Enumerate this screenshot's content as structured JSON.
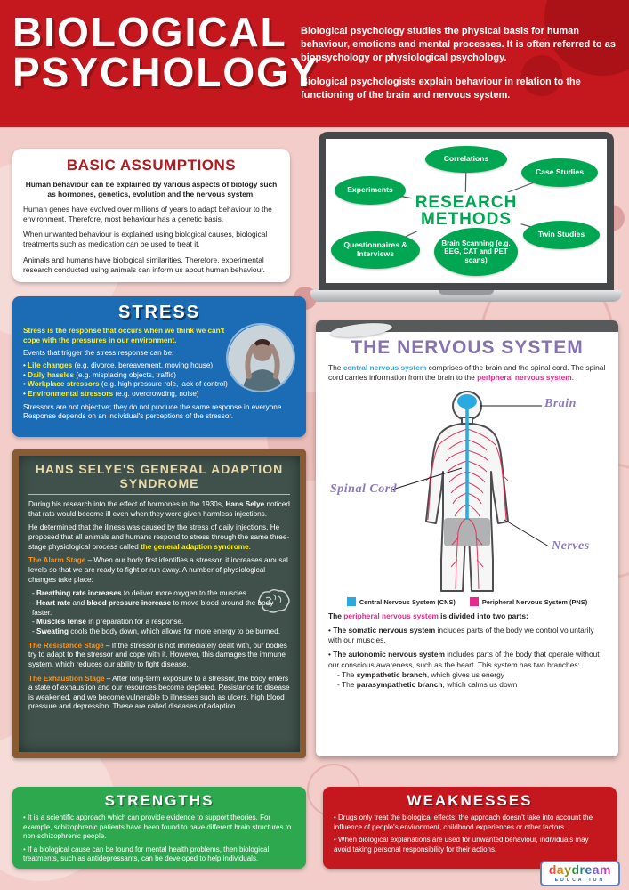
{
  "header": {
    "title_line1": "BIOLOGICAL",
    "title_line2": "PSYCHOLOGY",
    "intro1": "Biological psychology studies the physical basis for human behaviour, emotions and mental processes. It is often referred to as biopsychology or physiological psychology.",
    "intro2": "Biological psychologists explain behaviour in relation to the functioning of the brain and nervous system."
  },
  "basic_assumptions": {
    "title": "BASIC ASSUMPTIONS",
    "lead": "Human behaviour can be explained by various aspects of biology such as hormones, genetics, evolution and the nervous system.",
    "paragraphs": [
      "Human genes have evolved over millions of years to adapt behaviour to the environment. Therefore, most behaviour has a genetic basis.",
      "When unwanted behaviour is explained using biological causes, biological treatments such as medication can be used to treat it.",
      "Animals and humans have biological similarities. Therefore, experimental research conducted using animals can inform us about human behaviour."
    ]
  },
  "research_methods": {
    "title_line1": "RESEARCH",
    "title_line2": "METHODS",
    "bubbles": [
      "Experiments",
      "Correlations",
      "Case Studies",
      "Questionnaires & Interviews",
      "Brain Scanning (e.g. EEG, CAT and PET scans)",
      "Twin Studies"
    ]
  },
  "stress": {
    "title": "STRESS",
    "lead": "Stress is the response that occurs when we think we can't cope with the pressures in our environment.",
    "events_intro": "Events that trigger the stress response can be:",
    "bullets": [
      {
        "lead": "Life changes",
        "rest": " (e.g. divorce, bereavement, moving house)"
      },
      {
        "lead": "Daily hassles",
        "rest": " (e.g. misplacing objects, traffic)"
      },
      {
        "lead": "Workplace stressors",
        "rest": " (e.g. high pressure role, lack of control)"
      },
      {
        "lead": "Environmental stressors",
        "rest": " (e.g. overcrowding, noise)"
      }
    ],
    "outro": "Stressors are not objective; they do not produce the same response in everyone. Response depends on an individual's perceptions of the stressor."
  },
  "hans_selye": {
    "title": "HANS SELYE'S GENERAL ADAPTION SYNDROME",
    "p1_pre": "During his research into the effect of hormones in the 1930s, ",
    "p1_bold": "Hans Selye",
    "p1_post": " noticed that rats would become ill even when they were given harmless injections.",
    "p2_pre": "He determined that the illness was caused by the stress of daily injections. He proposed that all animals and humans respond to stress through the same three-stage physiological process called ",
    "p2_bold": "the general adaption syndrome",
    "p2_post": ".",
    "alarm_lead": "The Alarm Stage",
    "alarm_text": " – When our body first identifies a stressor, it increases arousal levels so that we are ready to fight or run away. A number of physiological changes take place:",
    "alarm_bullets": [
      {
        "lead": "Breathing rate increases",
        "rest": " to deliver more oxygen to the muscles."
      },
      {
        "lead": "Heart rate",
        "mid": " and ",
        "lead2": "blood pressure increase",
        "rest": " to move blood around the body faster."
      },
      {
        "lead": "Muscles tense",
        "rest": " in preparation for a response."
      },
      {
        "lead": "Sweating",
        "rest": " cools the body down, which allows for more energy to be burned."
      }
    ],
    "resistance_lead": "The Resistance Stage",
    "resistance_text": " – If the stressor is not immediately dealt with, our bodies try to adapt to the stressor and cope with it. However, this damages the immune system, which reduces our ability to fight disease.",
    "exhaustion_lead": "The Exhaustion Stage",
    "exhaustion_text": " – After long-term exposure to a stressor, the body enters a state of exhaustion and our resources become depleted. Resistance to disease is weakened, and we become vulnerable to illnesses such as ulcers, high blood pressure and depression. These are called diseases of adaption."
  },
  "nervous_system": {
    "title": "THE NERVOUS SYSTEM",
    "intro_pre": "The ",
    "intro_b1": "central nervous system",
    "intro_mid": " comprises of the brain and the spinal cord. The spinal cord carries information from the brain to the ",
    "intro_b2": "peripheral nervous system",
    "intro_post": ".",
    "label_brain": "Brain",
    "label_spinal": "Spinal Cord",
    "label_nerves": "Nerves",
    "legend_cns": "Central Nervous System (CNS)",
    "legend_pns": "Peripheral Nervous System (PNS)",
    "pns_pre": "The ",
    "pns_bold": "peripheral nervous system",
    "pns_post": " is divided into two parts:",
    "somatic_lead": "The somatic nervous system",
    "somatic_rest": " includes parts of the body we control voluntarily with our muscles.",
    "autonomic_lead": "The autonomic nervous system",
    "autonomic_rest": " includes parts of the body that operate without our conscious awareness, such as the heart. This system has two branches:",
    "branch1_pre": "- The ",
    "branch1_bold": "sympathetic branch",
    "branch1_post": ", which gives us energy",
    "branch2_pre": "- The ",
    "branch2_bold": "parasympathetic branch",
    "branch2_post": ", which calms us down"
  },
  "strengths": {
    "title": "STRENGTHS",
    "bullets": [
      "It is a scientific approach which can provide evidence to support theories. For example, schizophrenic patients have been found to have different brain structures to non-schizophrenic people.",
      "If a biological cause can be found for mental health problems, then biological treatments, such as antidepressants, can be developed to help individuals."
    ]
  },
  "weaknesses": {
    "title": "WEAKNESSES",
    "bullets": [
      "Drugs only treat the biological effects; the approach doesn't take into account the influence of people's environment, childhood experiences or other factors.",
      "When biological explanations are used for unwanted behaviour, individuals may avoid taking personal responsibility for their actions."
    ]
  },
  "footer": {
    "brand": "daydream",
    "brand_sub": "EDUCATION"
  },
  "colors": {
    "header_red": "#c4181e",
    "bubble_green": "#00a651",
    "stress_blue": "#1b6cb4",
    "chalkboard_green": "#3f514a",
    "frame_brown": "#8a5a33",
    "title_purple": "#8672b0",
    "cns_blue": "#29abe2",
    "pns_pink": "#ec268f",
    "strengths_green": "#2ea84f",
    "highlight_yellow": "#f9ed32",
    "stage_orange": "#f7941d"
  }
}
